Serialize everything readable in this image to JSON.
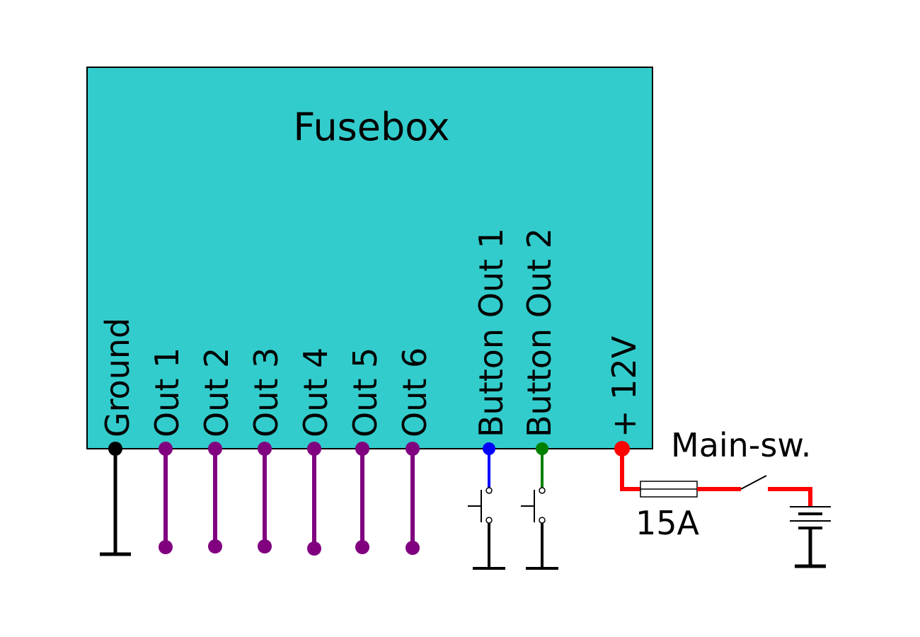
{
  "title": "Fusebox",
  "pins": [
    {
      "label": "Ground",
      "color": "#000000",
      "kind": "ground"
    },
    {
      "label": "Out 1",
      "color": "#800080",
      "kind": "output"
    },
    {
      "label": "Out 2",
      "color": "#800080",
      "kind": "output"
    },
    {
      "label": "Out 3",
      "color": "#800080",
      "kind": "output"
    },
    {
      "label": "Out 4",
      "color": "#800080",
      "kind": "output"
    },
    {
      "label": "Out 5",
      "color": "#800080",
      "kind": "output"
    },
    {
      "label": "Out 6",
      "color": "#800080",
      "kind": "output"
    },
    {
      "label": "Button Out 1",
      "color": "#0000ff",
      "kind": "button"
    },
    {
      "label": "Button Out 2",
      "color": "#008000",
      "kind": "button"
    },
    {
      "label": "+ 12V",
      "color": "#ff0000",
      "kind": "supply"
    }
  ],
  "fuse_label": "15A",
  "switch_label": "Main-sw.",
  "colors": {
    "box_fill": "#33cccc",
    "wire_supply": "#ff0000",
    "wire_output": "#800080",
    "wire_ground": "#000000",
    "wire_button1": "#0000ff",
    "wire_button2": "#008000"
  }
}
